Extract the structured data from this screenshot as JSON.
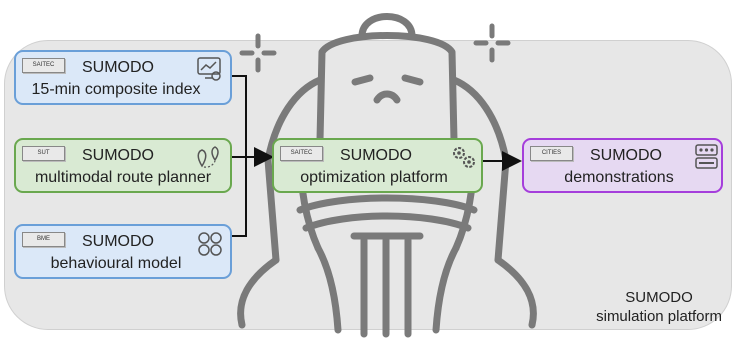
{
  "platform": {
    "line1": "SUMODO",
    "line2": "simulation platform"
  },
  "components": {
    "composite_index": {
      "tag": "SAITEC",
      "title": "SUMODO",
      "subtitle": "15-min composite index",
      "icon": "monitor-chart-icon"
    },
    "route_planner": {
      "tag": "SUT",
      "title": "SUMODO",
      "subtitle": "multimodal route planner",
      "icon": "route-pins-icon"
    },
    "behavioural": {
      "tag": "BME",
      "title": "SUMODO",
      "subtitle": "behavioural model",
      "icon": "modules-icon"
    },
    "optimization": {
      "tag": "SAITEC",
      "title": "SUMODO",
      "subtitle": "optimization platform",
      "icon": "gears-icon"
    },
    "demonstrations": {
      "tag": "CITIES",
      "title": "SUMODO",
      "subtitle": "demonstrations",
      "icon": "demo-panel-icon"
    }
  },
  "mascot": "sumo-wrestler-outline",
  "colors": {
    "blue_border": "#6a9fd8",
    "blue_fill": "#dbe8f8",
    "green_border": "#6aa84f",
    "green_fill": "#d9ead3",
    "purple_border": "#a53edb",
    "purple_fill": "#e6d9f2",
    "outline": "#7a7a7a"
  }
}
